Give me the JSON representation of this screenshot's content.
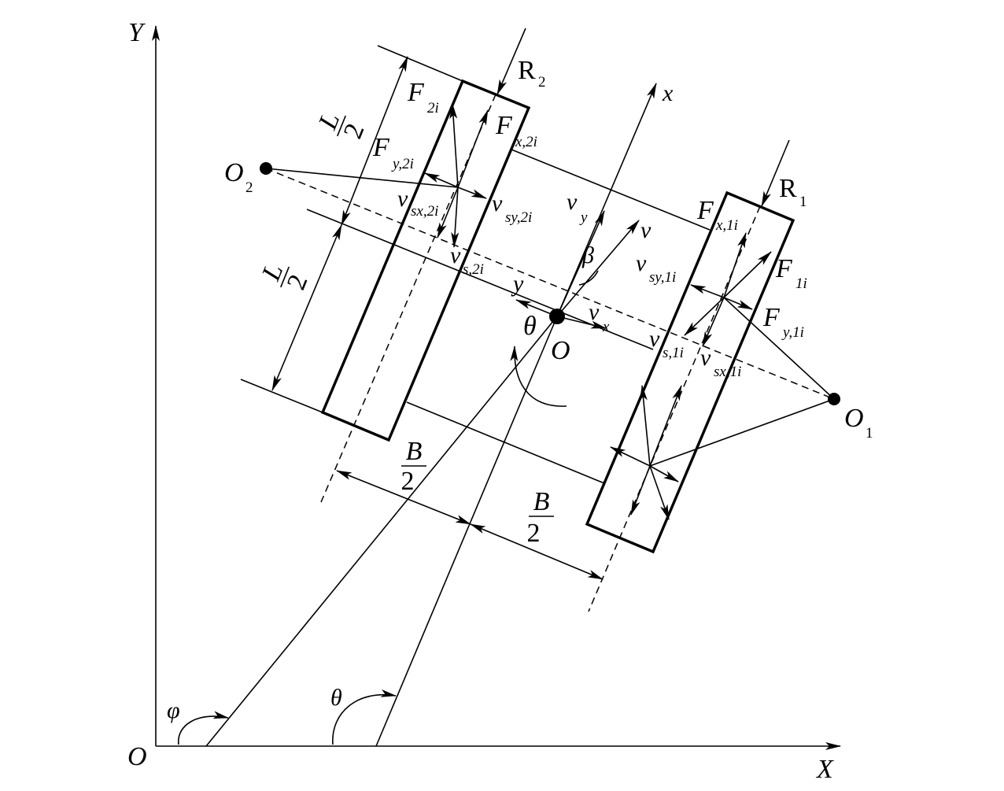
{
  "axes": {
    "y": "Y",
    "x": "X",
    "origin": "O"
  },
  "vehicle_axes": {
    "x": "x",
    "y": "y"
  },
  "center": "O",
  "turn_centers": {
    "left": {
      "base": "O",
      "sub": "2"
    },
    "right": {
      "base": "O",
      "sub": "1"
    }
  },
  "resistance": {
    "left": {
      "base": "R",
      "sub": "2"
    },
    "right": {
      "base": "R",
      "sub": "1"
    }
  },
  "velocities": {
    "v": "v",
    "vx": {
      "base": "v",
      "sub": "x"
    },
    "vy": {
      "base": "v",
      "sub": "y"
    },
    "vs2": {
      "base": "v",
      "sub": "s,2i"
    },
    "vsx2": {
      "base": "v",
      "sub": "sx,2i"
    },
    "vsy2": {
      "base": "v",
      "sub": "sy,2i"
    },
    "vs1": {
      "base": "v",
      "sub": "s,1i"
    },
    "vsx1": {
      "base": "v",
      "sub": "sx,1i"
    },
    "vsy1": {
      "base": "v",
      "sub": "sy,1i"
    }
  },
  "forces": {
    "F2": {
      "base": "F",
      "sub": "2i"
    },
    "Fx2": {
      "base": "F",
      "sub": "x,2i"
    },
    "Fy2": {
      "base": "F",
      "sub": "y,2i"
    },
    "F1": {
      "base": "F",
      "sub": "1i"
    },
    "Fx1": {
      "base": "F",
      "sub": "x,1i"
    },
    "Fy1": {
      "base": "F",
      "sub": "y,1i"
    }
  },
  "angles": {
    "beta": "β",
    "theta": "θ",
    "phi": "φ"
  },
  "dimensions": {
    "L_half": {
      "num": "L",
      "den": "2"
    },
    "B_half": {
      "num": "B",
      "den": "2"
    }
  }
}
